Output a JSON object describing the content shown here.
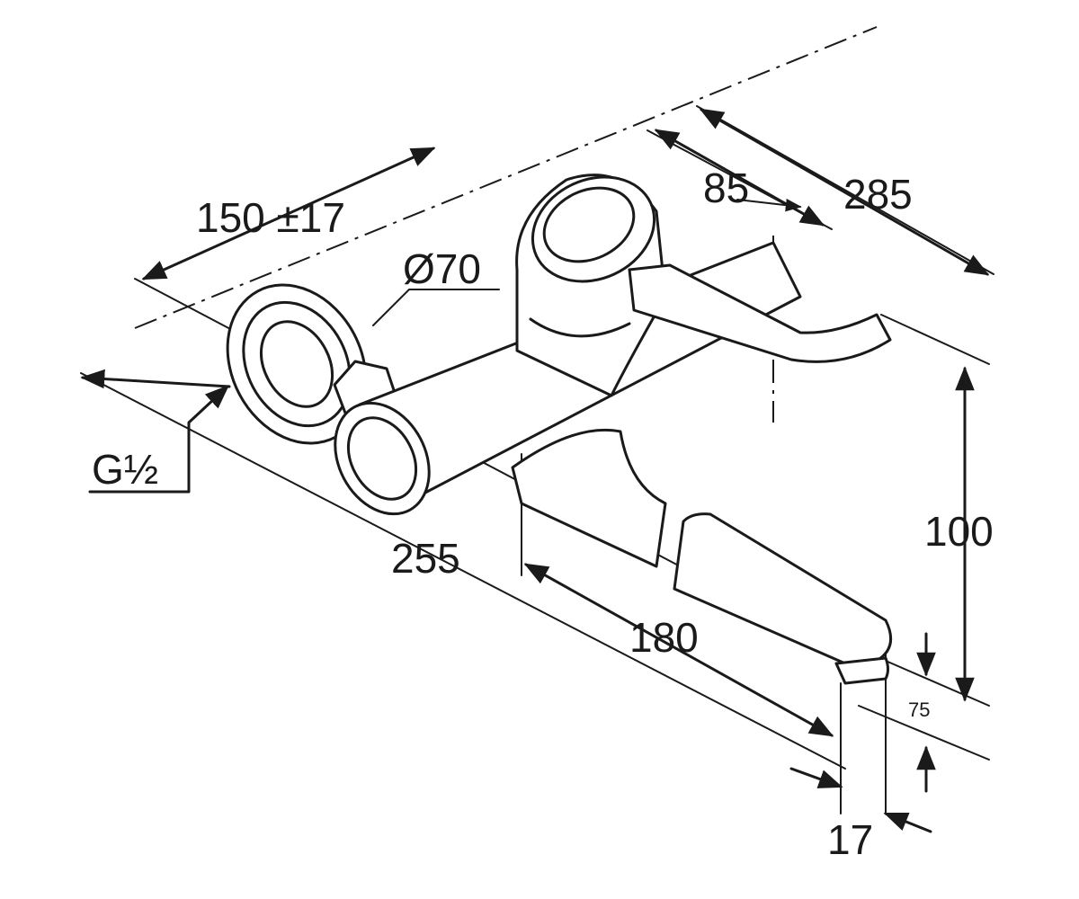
{
  "dimensions": {
    "d150": "150 ±17",
    "d70": "Ø70",
    "d85": "85",
    "d285": "285",
    "thread": "G½",
    "d255": "255",
    "d180": "180",
    "d100": "100",
    "d75": "75",
    "d17": "17"
  }
}
